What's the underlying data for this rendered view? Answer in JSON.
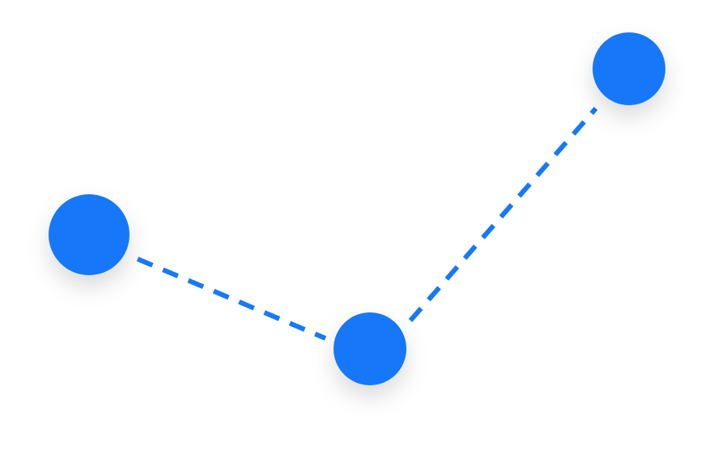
{
  "diagram": {
    "type": "node-link",
    "accent_color": "#1778F9",
    "background_color": "#FFFFFF",
    "edge_style": "dashed",
    "nodes": [
      {
        "id": "node-left"
      },
      {
        "id": "node-bottom"
      },
      {
        "id": "node-top-right"
      }
    ],
    "edges": [
      {
        "from": "node-left",
        "to": "node-bottom"
      },
      {
        "from": "node-bottom",
        "to": "node-top-right"
      }
    ]
  }
}
